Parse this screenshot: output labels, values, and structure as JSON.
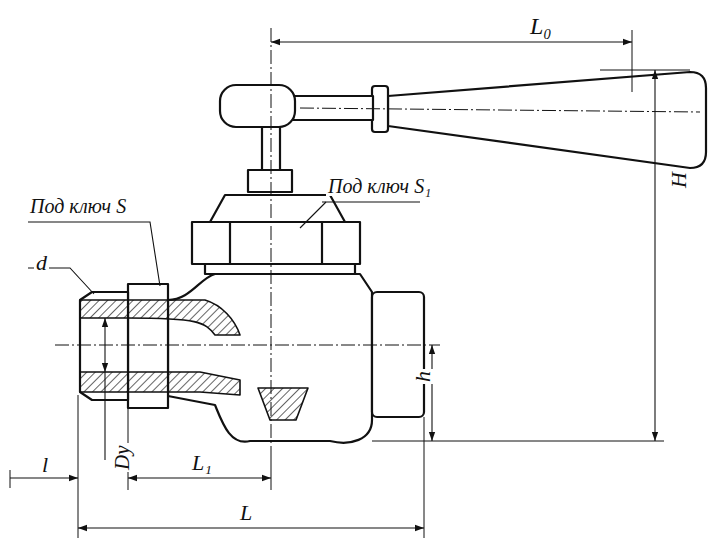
{
  "diagram": {
    "labels": [
      "L₀",
      "Под ключ S",
      "Под ключ S₁",
      "d",
      "Dy",
      "l",
      "L₁",
      "L",
      "H",
      "h"
    ]
  }
}
